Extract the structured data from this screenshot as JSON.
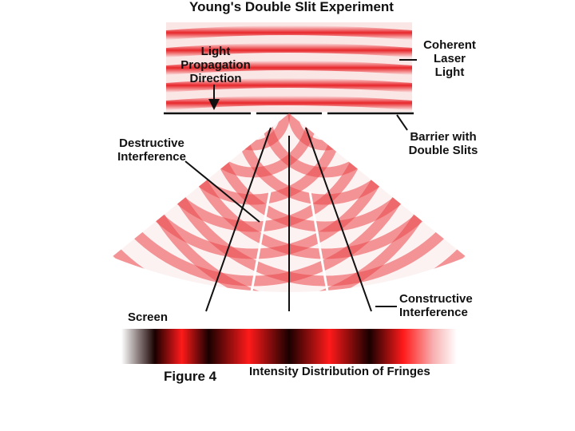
{
  "title": "Young's Double Slit Experiment",
  "labels": {
    "light_direction": [
      "Light",
      "Propagation",
      "Direction"
    ],
    "coherent_laser": [
      "Coherent",
      "Laser",
      "Light"
    ],
    "barrier": [
      "Barrier with",
      "Double Slits"
    ],
    "destructive": [
      "Destructive",
      "Interference"
    ],
    "constructive": [
      "Constructive",
      "Interference"
    ],
    "screen": "Screen",
    "figure": "Figure 4",
    "fringes": "Intensity Distribution of Fringes"
  },
  "colors": {
    "wave_red": "#e8262a",
    "wave_light": "#fbe3e3",
    "barrier": "#111111",
    "fringe_dark": "#1a0000",
    "fringe_bright": "#ff1a1a"
  }
}
